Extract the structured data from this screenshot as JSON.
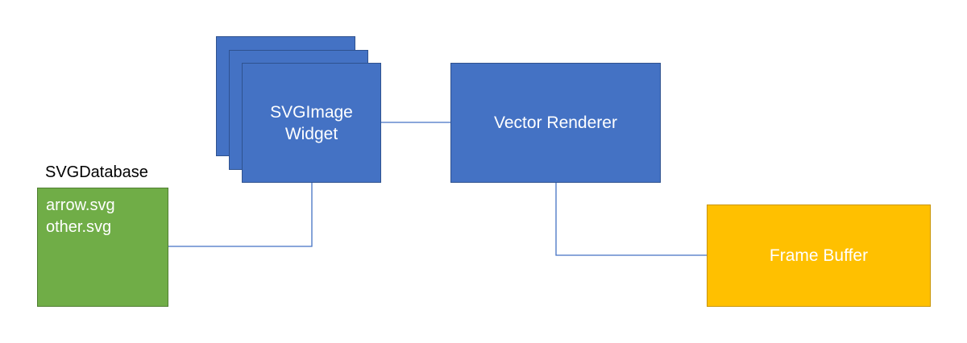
{
  "colors": {
    "widget_blue": "#4472c4",
    "database_green": "#70ad47",
    "framebuffer_yellow": "#ffc000",
    "connector": "#4472c4"
  },
  "widget": {
    "line1": "SVGImage",
    "line2": "Widget"
  },
  "renderer": {
    "label": "Vector Renderer"
  },
  "framebuffer": {
    "label": "Frame Buffer"
  },
  "database": {
    "title": "SVGDatabase",
    "files": [
      "arrow.svg",
      "other.svg"
    ]
  }
}
